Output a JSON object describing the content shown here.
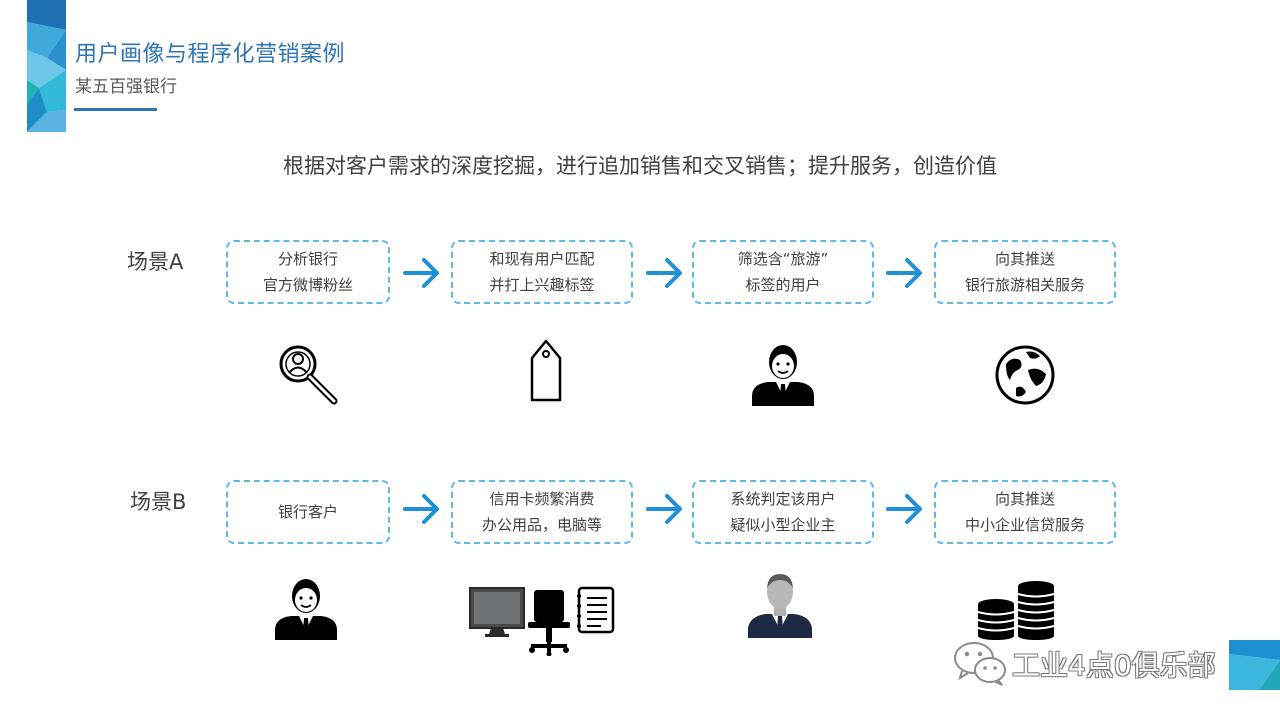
{
  "header": {
    "title": "用户画像与程序化营销案例",
    "subtitle": "某五百强银行"
  },
  "headline": "根据对客户需求的深度挖掘，进行追加销售和交叉销售；提升服务，创造价值",
  "scenarios": [
    {
      "label": "场景A",
      "steps": [
        {
          "line1": "分析银行",
          "line2": "官方微博粉丝"
        },
        {
          "line1": "和现有用户匹配",
          "line2": "并打上兴趣标签"
        },
        {
          "line1": "筛选含“旅游”",
          "line2": "标签的用户"
        },
        {
          "line1": "向其推送",
          "line2": "银行旅游相关服务"
        }
      ],
      "icons": [
        "magnifier-person-icon",
        "tag-icon",
        "businessman-icon",
        "globe-icon"
      ]
    },
    {
      "label": "场景B",
      "steps": [
        {
          "line1": "银行客户",
          "line2": ""
        },
        {
          "line1": "信用卡频繁消费",
          "line2": "办公用品，电脑等"
        },
        {
          "line1": "系统判定该用户",
          "line2": "疑似小型企业主"
        },
        {
          "line1": "向其推送",
          "line2": "中小企业信贷服务"
        }
      ],
      "icons": [
        "businessman-icon",
        "office-supplies-icon",
        "business-owner-icon",
        "coin-stacks-icon"
      ]
    }
  ],
  "watermark": {
    "text": "工业4点0俱乐部"
  },
  "colors": {
    "accent": "#2e75b6",
    "arrow": "#1e90d6",
    "box_border": "#5fb8e6",
    "text": "#404040"
  }
}
